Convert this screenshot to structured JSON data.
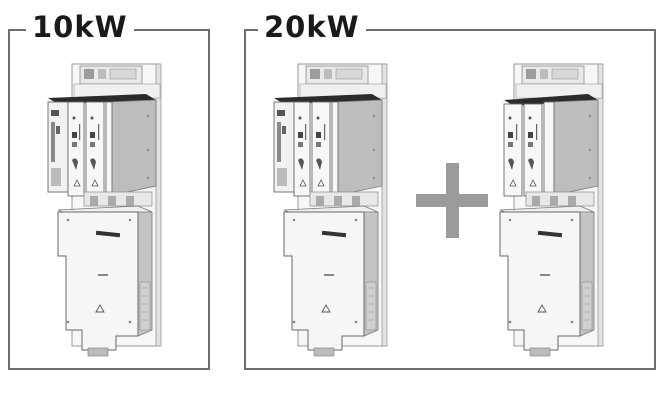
{
  "configurations": [
    {
      "label": "10kW",
      "units": [
        {
          "type": "drive-unit",
          "modules": 4,
          "has_controller": true
        }
      ]
    },
    {
      "label": "20kW",
      "units": [
        {
          "type": "drive-unit",
          "modules": 4,
          "has_controller": true
        },
        {
          "type": "drive-unit",
          "modules": 3,
          "has_controller": false
        }
      ],
      "combinator_icon": "plus-icon"
    }
  ],
  "colors": {
    "frame": "#6e6e6e",
    "label": "#1a1a1a",
    "plus": "#9b9b9b",
    "module_face": "#f4f4f4",
    "module_side": "#b8b8b8"
  }
}
